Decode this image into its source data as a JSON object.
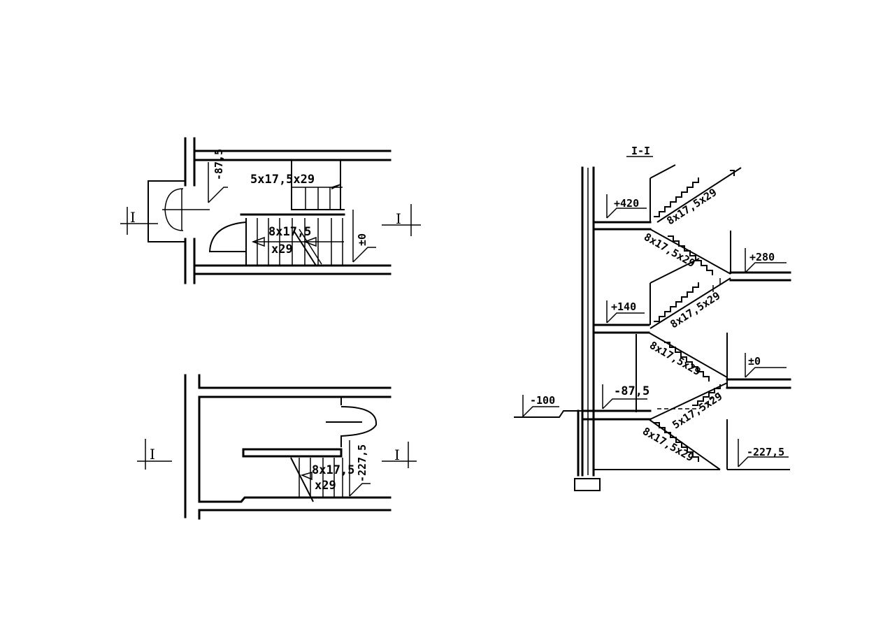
{
  "plan_upper": {
    "section_mark_left": "I",
    "section_mark_right": "I",
    "level_landing": "-87,5",
    "flight_upper": "5x17,5x29",
    "flight_lower_a": "8x17,5",
    "flight_lower_b": "x29",
    "level_floor": "±0"
  },
  "plan_lower": {
    "section_mark_left": "I",
    "section_mark_right": "I",
    "flight_a": "8x17,5",
    "flight_b": "x29",
    "level_basement": "-227,5"
  },
  "section": {
    "title": "I-I",
    "level_420": "+420",
    "level_280": "+280",
    "level_140": "+140",
    "level_0": "±0",
    "level_m875": "-87,5",
    "level_m100": "-100",
    "level_m2275": "-227,5",
    "flight_1": "8x17,5x29",
    "flight_2": "8x17,5x29",
    "flight_3": "8x17,5x29",
    "flight_4": "8x17,5x29",
    "flight_5": "5x17,5x29",
    "flight_6": "8x17,5x29"
  }
}
